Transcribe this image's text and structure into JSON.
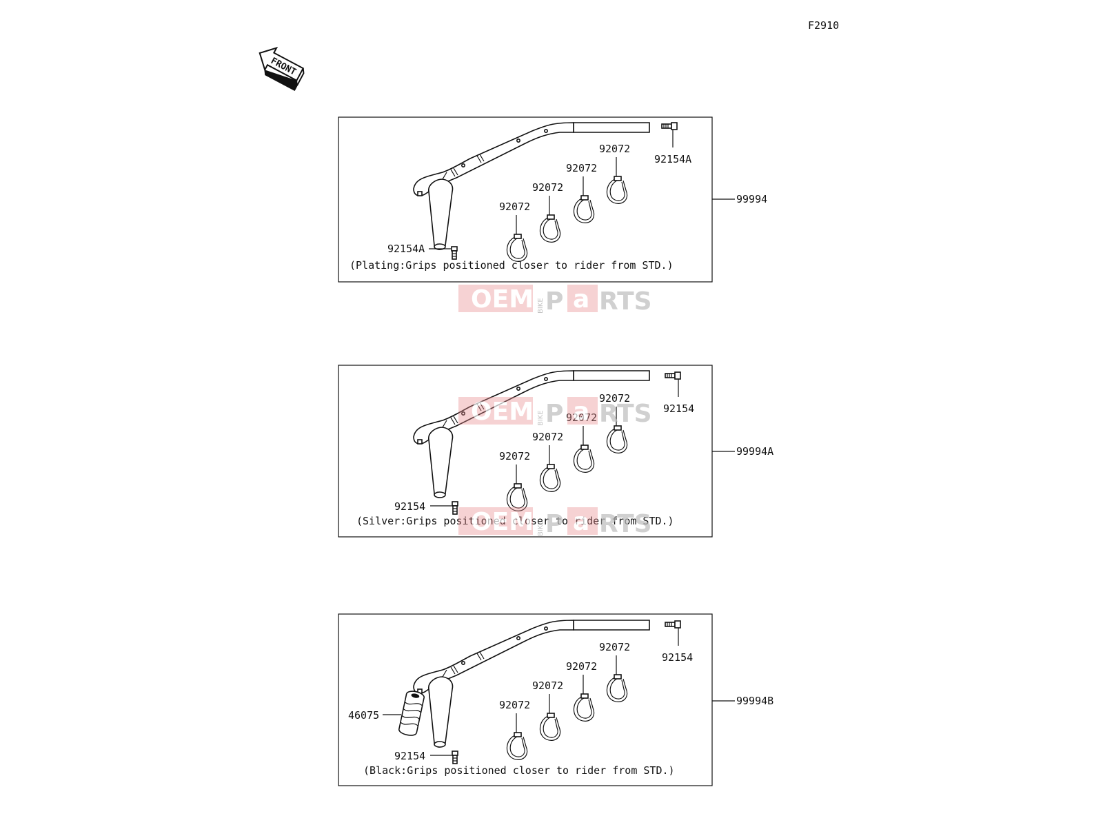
{
  "figure_code": "F2910",
  "front_arrow": {
    "label": "FRONT",
    "icon": "front-direction-arrow-icon"
  },
  "watermark": {
    "oem": "OEM",
    "bike": "BIKE",
    "p": "P",
    "a": "a",
    "rts": "RTS"
  },
  "panels": [
    {
      "assembly": "99994",
      "note": "(Plating:Grips positioned closer to rider from STD.)",
      "bolt_top": "92154A",
      "bolt_bottom": "92154A",
      "clamps": [
        "92072",
        "92072",
        "92072",
        "92072"
      ],
      "grip": null
    },
    {
      "assembly": "99994A",
      "note": "(Silver:Grips positioned closer to rider from STD.)",
      "bolt_top": "92154",
      "bolt_bottom": "92154",
      "clamps": [
        "92072",
        "92072",
        "92072",
        "92072"
      ],
      "grip": null
    },
    {
      "assembly": "99994B",
      "note": "(Black:Grips positioned closer to rider from STD.)",
      "bolt_top": "92154",
      "bolt_bottom": "92154",
      "clamps": [
        "92072",
        "92072",
        "92072",
        "92072"
      ],
      "grip": "46075"
    }
  ]
}
